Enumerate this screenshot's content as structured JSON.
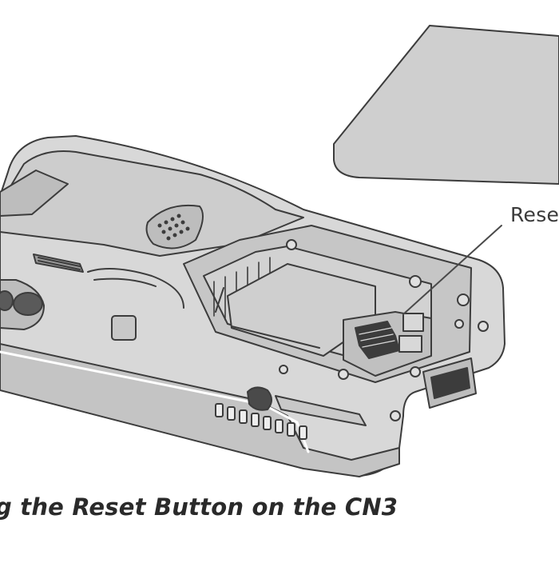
{
  "callout": {
    "label": "Rese"
  },
  "caption": {
    "text": "g the Reset Button on the CN3"
  },
  "colors": {
    "device_fill": "#d8d8d8",
    "device_dark": "#b9b9b9",
    "battery_cover": "#cfcfcf",
    "line": "#3c3c3c"
  },
  "icons": [
    "battery-cover-icon",
    "device-body-icon",
    "reset-button-icon",
    "callout-leader-line"
  ]
}
